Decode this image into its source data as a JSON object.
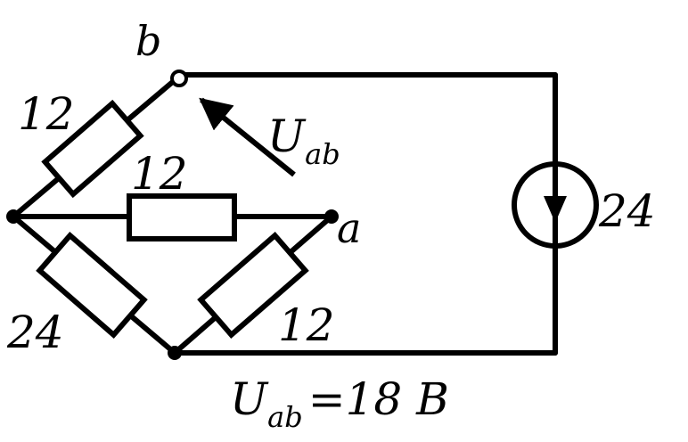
{
  "nodes": {
    "b": "b",
    "a": "a"
  },
  "resistors": {
    "upper_left": "12",
    "middle": "12",
    "lower_left": "24",
    "lower_right": "12"
  },
  "source": {
    "value": "24"
  },
  "voltage_arrow": {
    "main": "U",
    "sub": "ab"
  },
  "result": {
    "main": "U",
    "sub": "ab",
    "text": "=18 B"
  }
}
